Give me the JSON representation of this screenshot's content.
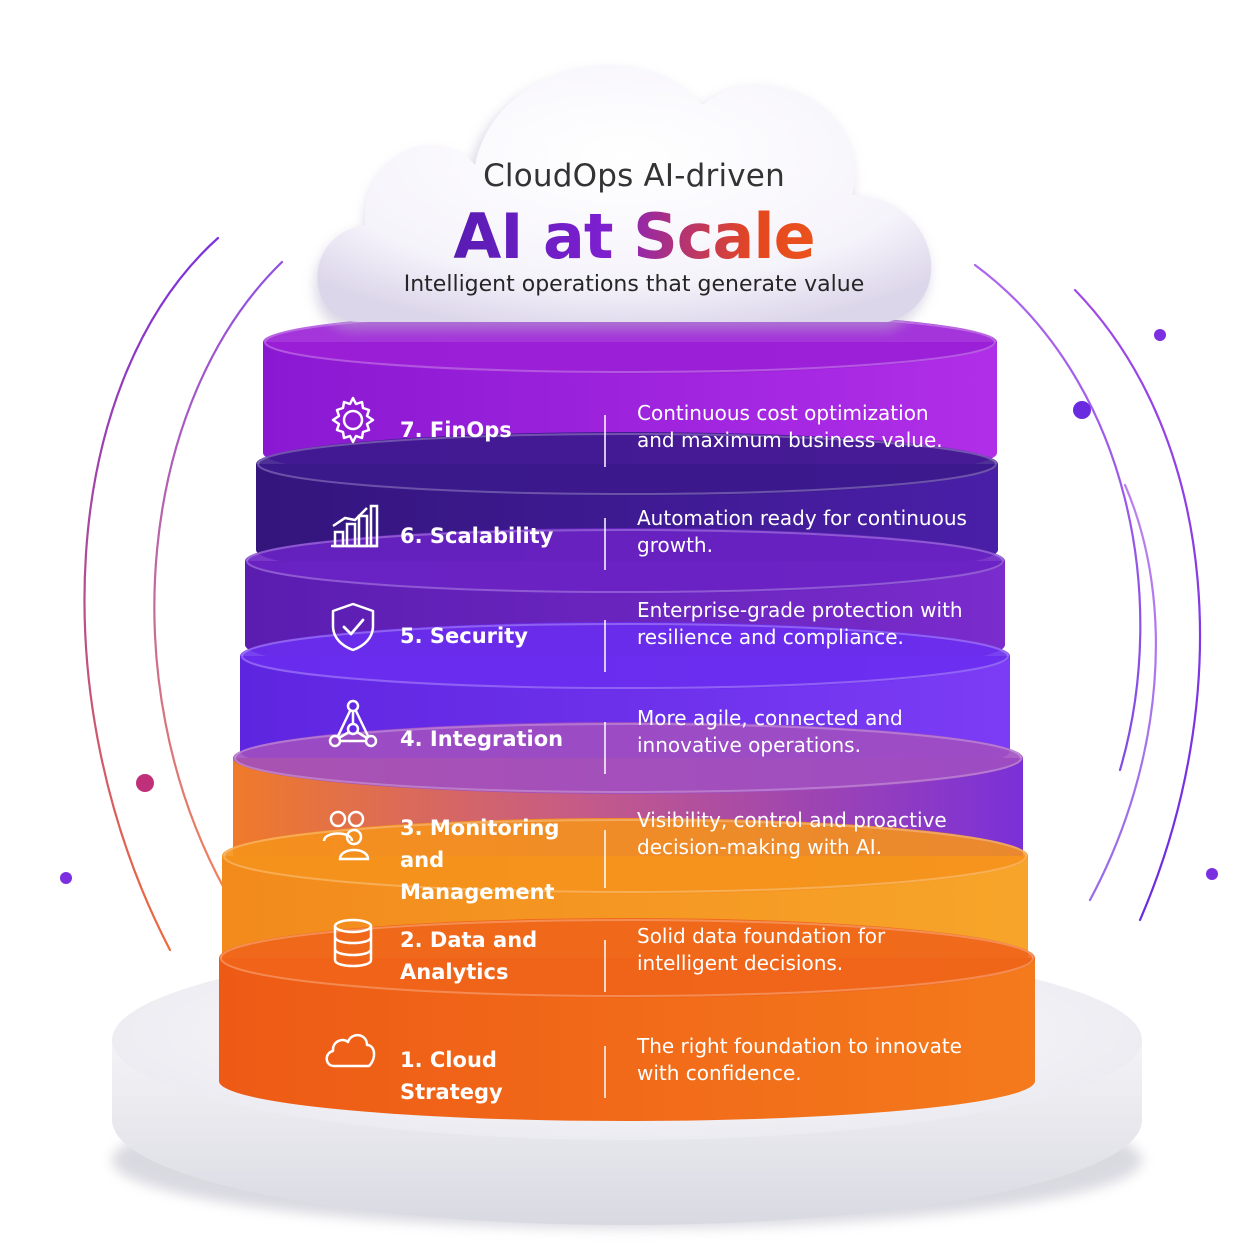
{
  "header": {
    "subtitle": "CloudOps AI-driven",
    "title": "AI at Scale",
    "tagline": "Intelligent operations that generate value"
  },
  "layers": [
    {
      "number": 7,
      "label": "7. FinOps",
      "description": "Continuous cost optimization and maximum business value.",
      "icon": "gear-icon",
      "color": "#9a1fd6"
    },
    {
      "number": 6,
      "label": "6. Scalability",
      "description": "Automation ready for continuous growth.",
      "icon": "bar-growth-icon",
      "color": "#3b1a8c"
    },
    {
      "number": 5,
      "label": "5. Security",
      "description": "Enterprise-grade protection with resilience and compliance.",
      "icon": "shield-check-icon",
      "color": "#6a22c4"
    },
    {
      "number": 4,
      "label": "4. Integration",
      "description": "More agile, connected and innovative operations.",
      "icon": "network-icon",
      "color": "#6a2ef0"
    },
    {
      "number": 3,
      "label": "3. Monitoring and Management",
      "description": "Visibility, control and proactive decision-making with AI.",
      "icon": "users-icon",
      "color": "#a14fc0"
    },
    {
      "number": 2,
      "label": "2. Data and Analytics",
      "description": "Solid data foundation for intelligent decisions.",
      "icon": "database-icon",
      "color": "#f5921c"
    },
    {
      "number": 1,
      "label": "1. Cloud Strategy",
      "description": "The right foundation to innovate with confidence.",
      "icon": "cloud-icon",
      "color": "#f06419"
    }
  ]
}
